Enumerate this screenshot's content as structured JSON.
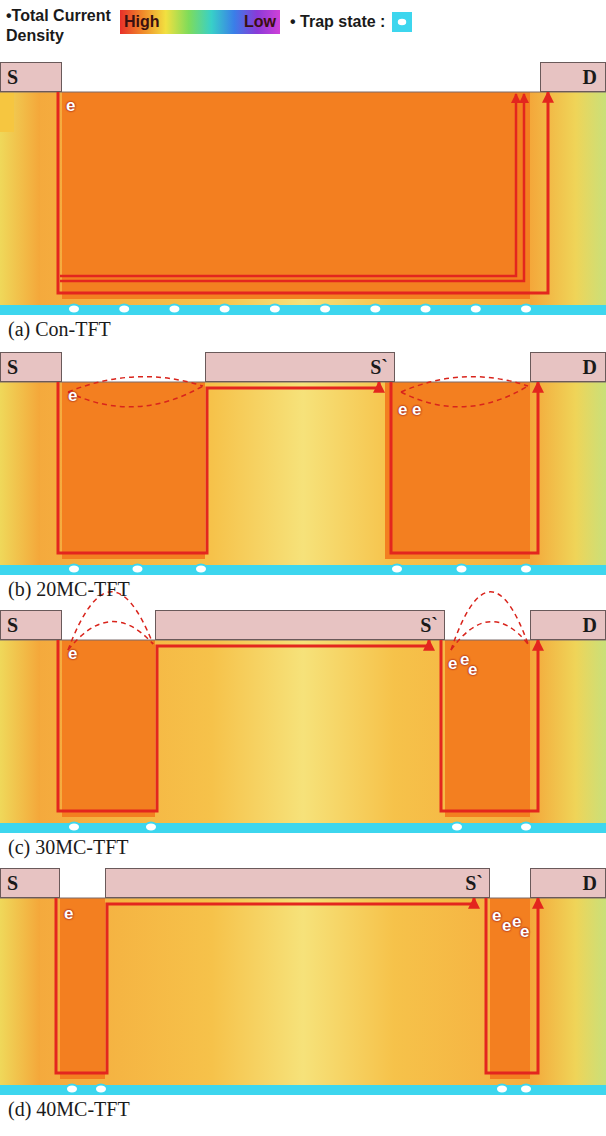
{
  "diagram": {
    "nodes": [
      {
        "text": [
          "S"
        ]
      },
      {
        "text": [
          "D"
        ]
      },
      {
        "text": [
          "S"
        ]
      },
      {
        "text": [
          "S`"
        ]
      },
      {
        "text": [
          "D"
        ]
      },
      {
        "text": [
          "S"
        ]
      },
      {
        "text": [
          "S`"
        ]
      },
      {
        "text": [
          "D"
        ]
      },
      {
        "text": [
          "S"
        ]
      },
      {
        "text": [
          "S`"
        ]
      },
      {
        "text": [
          "D"
        ]
      }
    ],
    "edges": [
      {
        "from": 0,
        "to": 1,
        "arrow": "to"
      },
      {
        "from": 2,
        "to": 3,
        "arrow": "to"
      },
      {
        "from": 3,
        "to": 4,
        "arrow": "to"
      },
      {
        "from": 5,
        "to": 6,
        "arrow": "to"
      },
      {
        "from": 6,
        "to": 7,
        "arrow": "to"
      },
      {
        "from": 8,
        "to": 9,
        "arrow": "to"
      },
      {
        "from": 9,
        "to": 10,
        "arrow": "to"
      }
    ],
    "labels": [
      "High",
      "Low",
      "e",
      "(a) Con-TFT",
      "e",
      "e",
      "e",
      "(b) 20MC-TFT",
      "e",
      "e",
      "e",
      "e",
      "(c) 30MC-TFT",
      "e",
      "e",
      "e",
      "e",
      "e",
      "(d) 40MC-TFT"
    ],
    "legend": [
      {
        "text": "•Total Current Density"
      },
      {
        "text": "• Trap state :"
      }
    ]
  }
}
